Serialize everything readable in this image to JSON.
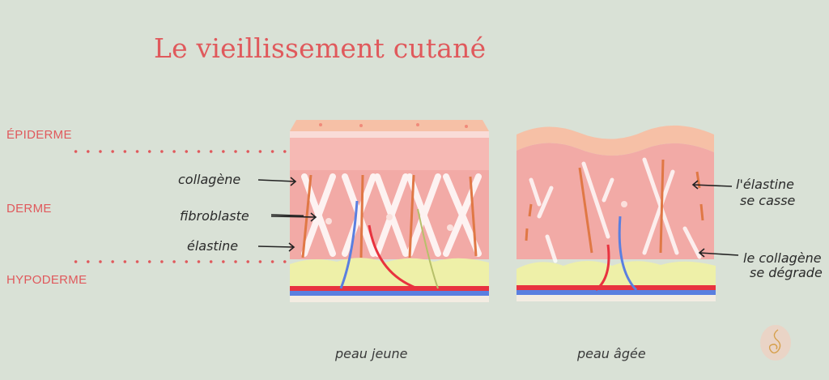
{
  "title": "Le vieillissement cutané",
  "layers": {
    "epiderme": "ÉPIDERME",
    "derme": "DERME",
    "hypoderme": "HYPODERME"
  },
  "labels_young": {
    "collagene": "collagène",
    "fibroblaste": "fibroblaste",
    "elastine": "élastine"
  },
  "labels_old": {
    "elastine_line1": "l'élastine",
    "elastine_line2": "se casse",
    "collagene_line1": "le collagène",
    "collagene_line2": "se dégrade"
  },
  "captions": {
    "young": "peau jeune",
    "old": "peau âgée"
  },
  "colors": {
    "background": "#d9e1d6",
    "accent": "#e0595c",
    "dermis": "#f2aaa6",
    "epidermis": "#f6c0a6",
    "fat": "#eef0a8",
    "artery": "#e8333f",
    "vein": "#5a7fe0"
  }
}
